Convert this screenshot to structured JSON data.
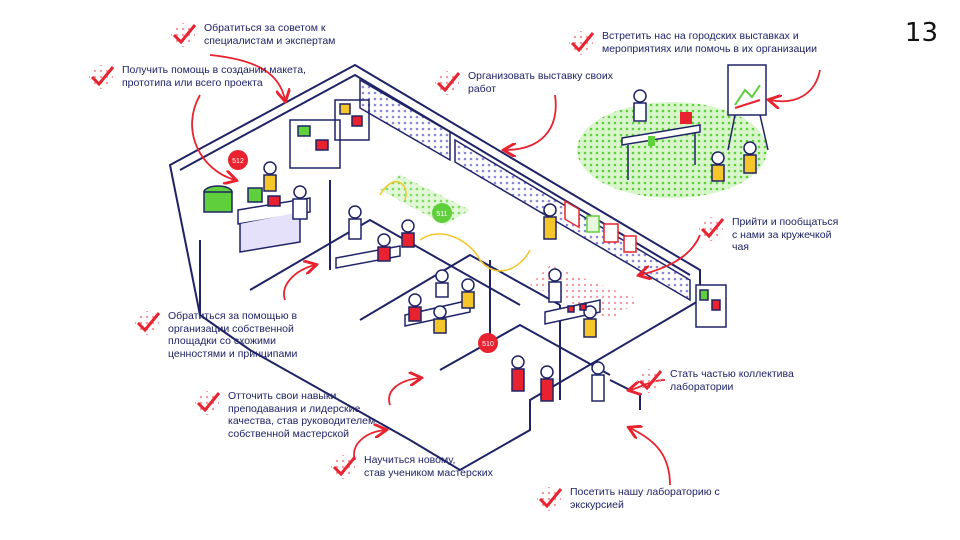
{
  "page_number": "13",
  "colors": {
    "accent": "#e8232f",
    "ink": "#1f2366",
    "dots": "#8b88d8",
    "green": "#5fcf3c",
    "yellow": "#f4c62a"
  },
  "callouts": [
    {
      "id": "experts",
      "text": "Обратиться за советом к\nспециалистам и экспертам"
    },
    {
      "id": "prototype",
      "text": "Получить помощь в создании макета,\nпрототипа или всего проекта"
    },
    {
      "id": "city-events",
      "text": "Встретить нас на городских выставках и\nмероприятиях или помочь в их организации"
    },
    {
      "id": "exhibition",
      "text": "Организовать выставку своих\nработ"
    },
    {
      "id": "tea",
      "text": "Прийти и пообщаться\nс нами за кружечкой\nчая"
    },
    {
      "id": "own-space",
      "text": "Обратиться за помощью в\nорганизации собственной\nплощадки со схожими\nценностями и принципами"
    },
    {
      "id": "team",
      "text": "Стать частью коллектива\nлаборатории"
    },
    {
      "id": "teaching",
      "text": "Отточить свои навыки\nпреподавания и лидерские\nкачества, став руководителем\nсобственной мастерской"
    },
    {
      "id": "student",
      "text": "Научиться новому,\nстав учеником мастерских"
    },
    {
      "id": "excursion",
      "text": "Посетить нашу лабораторию с\nэкскурсией"
    }
  ],
  "room_signs": [
    "512",
    "511",
    "510"
  ]
}
